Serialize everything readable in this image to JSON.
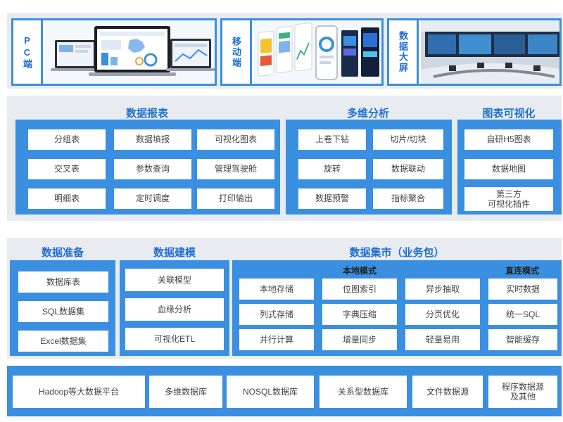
{
  "platforms": [
    {
      "label": "PC端"
    },
    {
      "label": "移动端"
    },
    {
      "label": "数据大屏"
    }
  ],
  "row2": {
    "reports": {
      "title": "数据报表",
      "items": [
        "分组表",
        "数据填报",
        "可视化图表",
        "交叉表",
        "参数查询",
        "管理驾驶舱",
        "明细表",
        "定时调度",
        "打印输出"
      ]
    },
    "analysis": {
      "title": "多维分析",
      "items": [
        "上卷下钻",
        "切片/切块",
        "旋转",
        "数据联动",
        "数据预警",
        "指标聚合"
      ]
    },
    "visual": {
      "title": "图表可视化",
      "items": [
        "自研H5图表",
        "数据地图",
        "第三方\n可视化插件"
      ]
    }
  },
  "row3": {
    "prep": {
      "title": "数据准备",
      "items": [
        "数据库表",
        "SQL数据集",
        "Excel数据集"
      ]
    },
    "model": {
      "title": "数据建模",
      "items": [
        "关联模型",
        "血缘分析",
        "可视化ETL"
      ]
    },
    "mart": {
      "title": "数据集市（业务包）",
      "local": {
        "title": "本地模式",
        "items": [
          "本地存储",
          "位图索引",
          "异步抽取",
          "列式存储",
          "字典压缩",
          "分页优化",
          "并行计算",
          "增量同步",
          "轻量易用"
        ]
      },
      "direct": {
        "title": "直连模式",
        "items": [
          "实时数据",
          "统一SQL",
          "智能缓存"
        ]
      }
    }
  },
  "sources": {
    "items": [
      "Hadoop等大数据平台",
      "多维数据库",
      "NOSQL数据库",
      "关系型数据库",
      "文件数据源",
      "程序数据源\n及其他"
    ]
  }
}
